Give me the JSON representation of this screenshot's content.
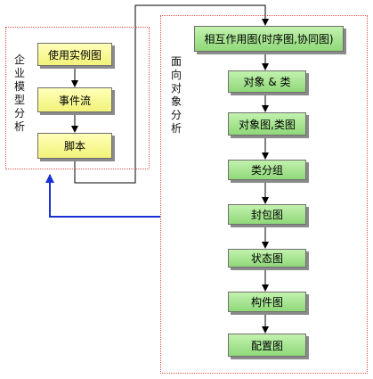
{
  "colors": {
    "yellow_fill": "#f6f68a",
    "green_fill": "#9de088",
    "group_border": "#e0554c",
    "back_arrow": "#1a2fd6"
  },
  "left_group": {
    "label": "企业模型分析",
    "boxes": [
      "使用实例图",
      "事件流",
      "脚本"
    ]
  },
  "right_group": {
    "label": "面向对象分析",
    "boxes": [
      "相互作用图(时序图,协同图)",
      "对象 & 类",
      "对象图,类图",
      "类分组",
      "封包图",
      "状态图",
      "构件图",
      "配置图"
    ]
  }
}
